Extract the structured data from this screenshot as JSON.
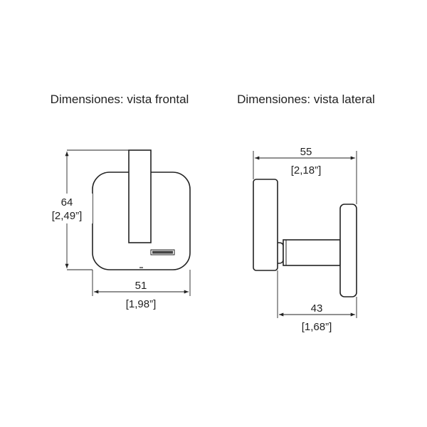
{
  "front_view": {
    "title": "Dimensiones: vista frontal",
    "height_mm": "64",
    "height_in": "[2,49”]",
    "width_mm": "51",
    "width_in": "[1,98”]"
  },
  "side_view": {
    "title": "Dimensiones: vista lateral",
    "depth_mm": "55",
    "depth_in": "[2,18”]",
    "projection_mm": "43",
    "projection_in": "[1,68”]"
  }
}
